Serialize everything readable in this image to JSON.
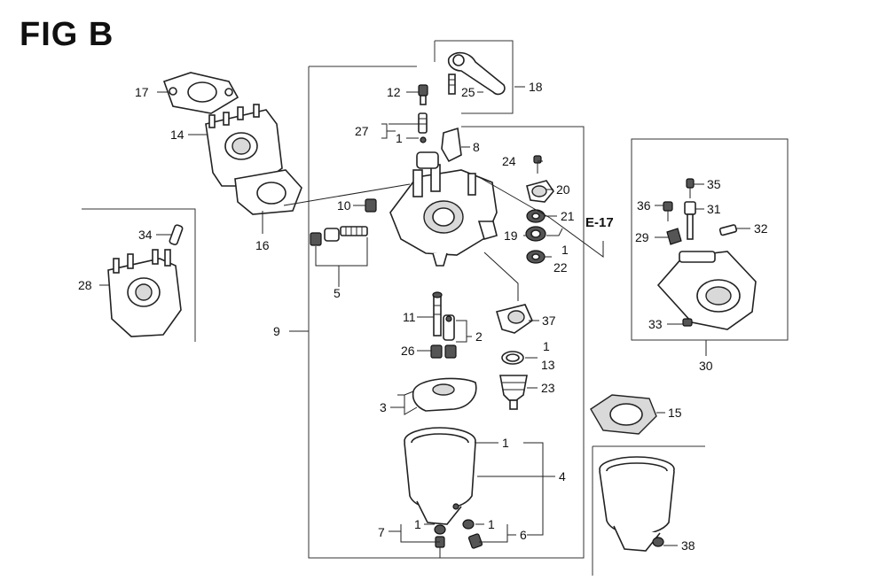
{
  "title": "FIG B",
  "reference": "E-17",
  "callouts": {
    "c1": "1",
    "c2": "2",
    "c3": "3",
    "c4": "4",
    "c5": "5",
    "c6": "6",
    "c7": "7",
    "c8": "8",
    "c9": "9",
    "c10": "10",
    "c11": "11",
    "c12": "12",
    "c13": "13",
    "c14": "14",
    "c15": "15",
    "c16": "16",
    "c17": "17",
    "c18": "18",
    "c19": "19",
    "c20": "20",
    "c21": "21",
    "c22": "22",
    "c23": "23",
    "c24": "24",
    "c25": "25",
    "c26": "26",
    "c27": "27",
    "c28": "28",
    "c29": "29",
    "c30": "30",
    "c31": "31",
    "c32": "32",
    "c33": "33",
    "c34": "34",
    "c35": "35",
    "c36": "36",
    "c37": "37",
    "c38": "38"
  }
}
